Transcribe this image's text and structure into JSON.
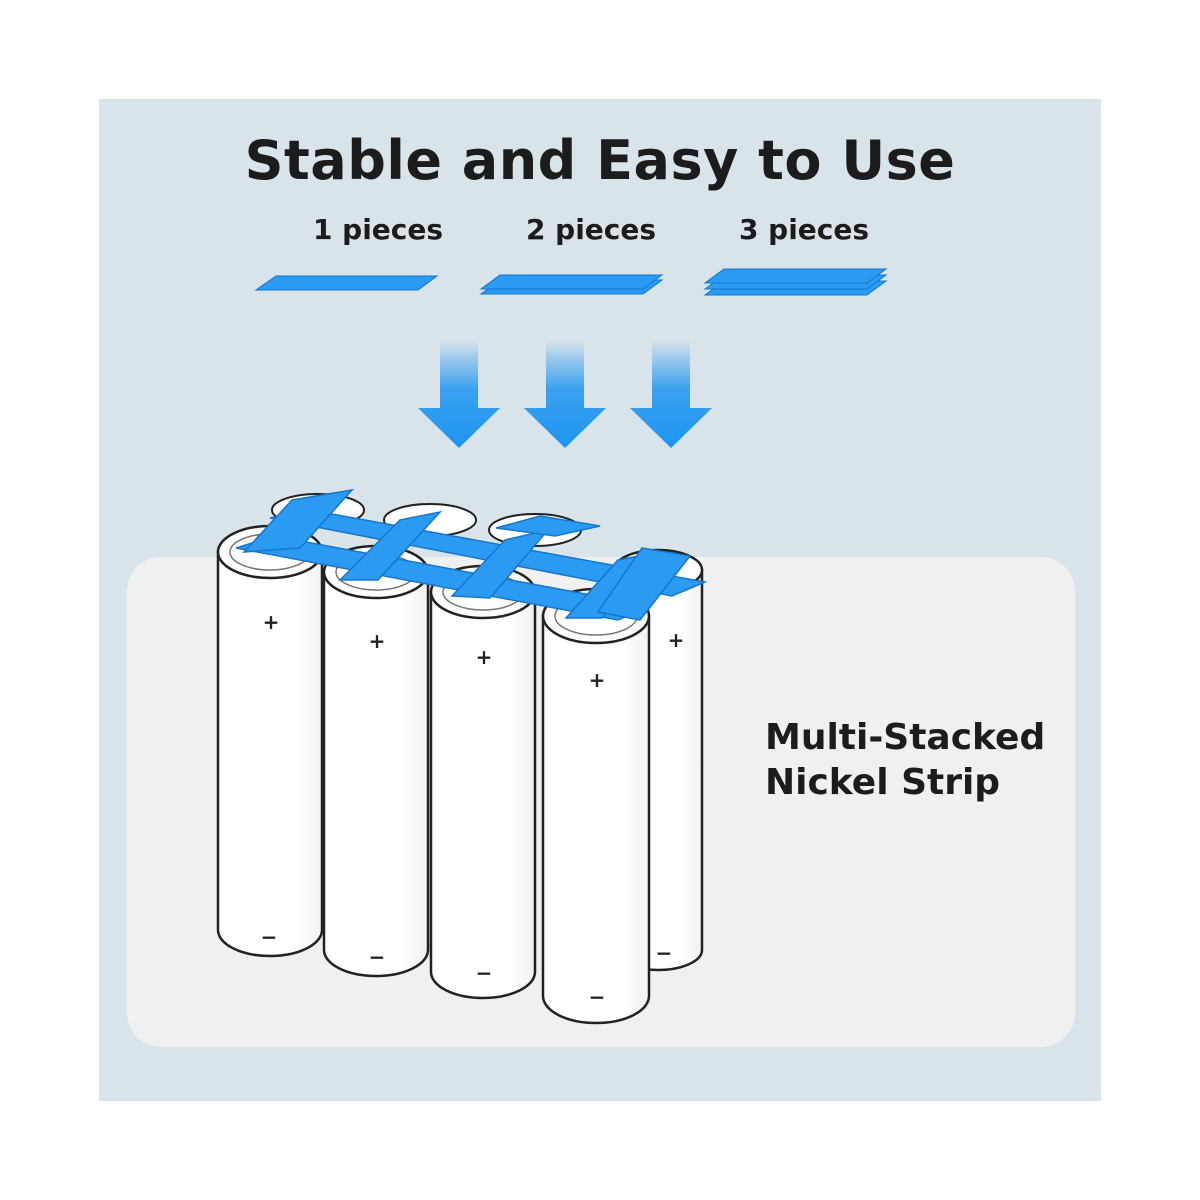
{
  "title": "Stable and Easy to Use",
  "strip_options": [
    {
      "label": "1 pieces",
      "count": 1
    },
    {
      "label": "2 pieces",
      "count": 2
    },
    {
      "label": "3 pieces",
      "count": 3
    }
  ],
  "description": {
    "line1": "Multi-Stacked",
    "line2": "Nickel Strip"
  },
  "battery": {
    "positive_symbol": "+",
    "negative_symbol": "−"
  },
  "colors": {
    "panel_background": "#d9e3ea",
    "card_background": "#f0f0f0",
    "strip_blue": "#2b9af3",
    "arrow_blue": "#1e95f0",
    "text": "#1c1c1c"
  }
}
